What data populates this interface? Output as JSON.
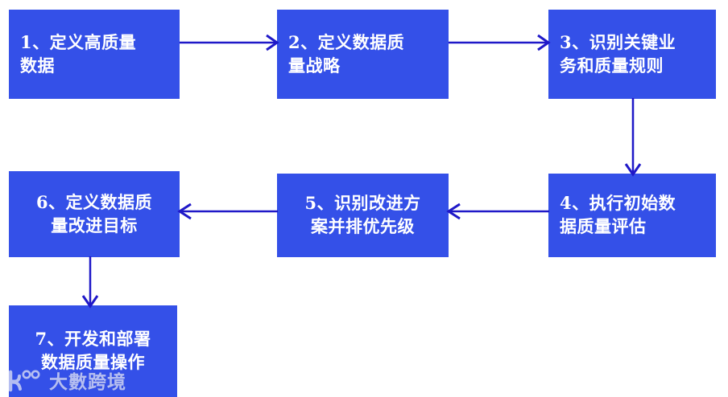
{
  "diagram": {
    "type": "flowchart",
    "title": "",
    "colors": {
      "node_fill": "#3450e8",
      "node_text": "#ffffff",
      "edge": "#1f18c8",
      "background": "#ffffff"
    },
    "nodes": [
      {
        "id": "1",
        "label": "1、定义高质量\n数据",
        "align": "left"
      },
      {
        "id": "2",
        "label": "2、定义数据质\n量战略",
        "align": "left"
      },
      {
        "id": "3",
        "label": "3、识别关键业\n务和质量规则",
        "align": "left"
      },
      {
        "id": "4",
        "label": "4、执行初始数\n据质量评估",
        "align": "left"
      },
      {
        "id": "5",
        "label": "5、识别改进方\n案并排优先级",
        "align": "center"
      },
      {
        "id": "6",
        "label": "6、定义数据质\n量改进目标",
        "align": "center"
      },
      {
        "id": "7",
        "label": "7、开发和部署\n数据质量操作",
        "align": "center"
      }
    ],
    "edges": [
      {
        "id": "1-2",
        "from": "1",
        "to": "2",
        "direction": "right"
      },
      {
        "id": "2-3",
        "from": "2",
        "to": "3",
        "direction": "right"
      },
      {
        "id": "3-4",
        "from": "3",
        "to": "4",
        "direction": "down"
      },
      {
        "id": "4-5",
        "from": "4",
        "to": "5",
        "direction": "left"
      },
      {
        "id": "5-6",
        "from": "5",
        "to": "6",
        "direction": "left"
      },
      {
        "id": "6-7",
        "from": "6",
        "to": "7",
        "direction": "down"
      }
    ]
  },
  "watermark": {
    "text": "大數跨境",
    "logo": "k-infinity-logo"
  }
}
